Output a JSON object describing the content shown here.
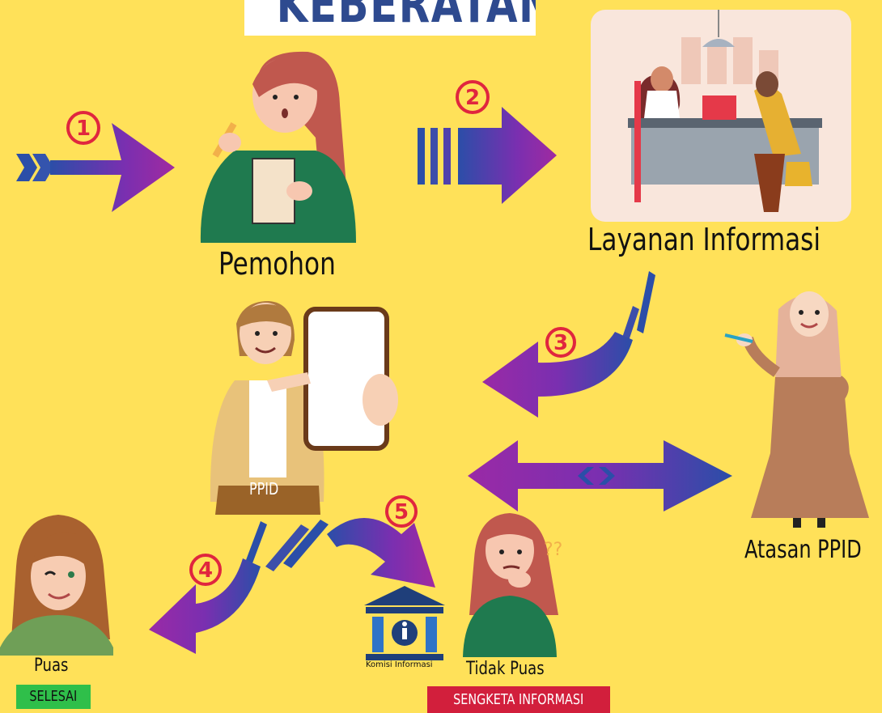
{
  "title": "KEBERATAN",
  "nodes": {
    "pemohon": "Pemohon",
    "layanan": "Layanan Informasi",
    "ppid": "PPID",
    "atasan": "Atasan PPID",
    "puas": "Puas",
    "tidak_puas": "Tidak Puas",
    "komisi": "Komisi Informasi"
  },
  "badges": {
    "selesai": "SELESAI",
    "sengketa": "SENGKETA INFORMASI"
  },
  "steps": [
    "1",
    "2",
    "3",
    "4",
    "5"
  ],
  "colors": {
    "background": "#ffe159",
    "title": "#2e4a8f",
    "arrow_start": "#2b4ea8",
    "arrow_end": "#9a2aa6",
    "step_number": "#e0263e",
    "selesai_bg": "#2fbf4a",
    "sengketa_bg": "#d21f3c"
  },
  "icons": {
    "komisi": "government-building-icon"
  }
}
